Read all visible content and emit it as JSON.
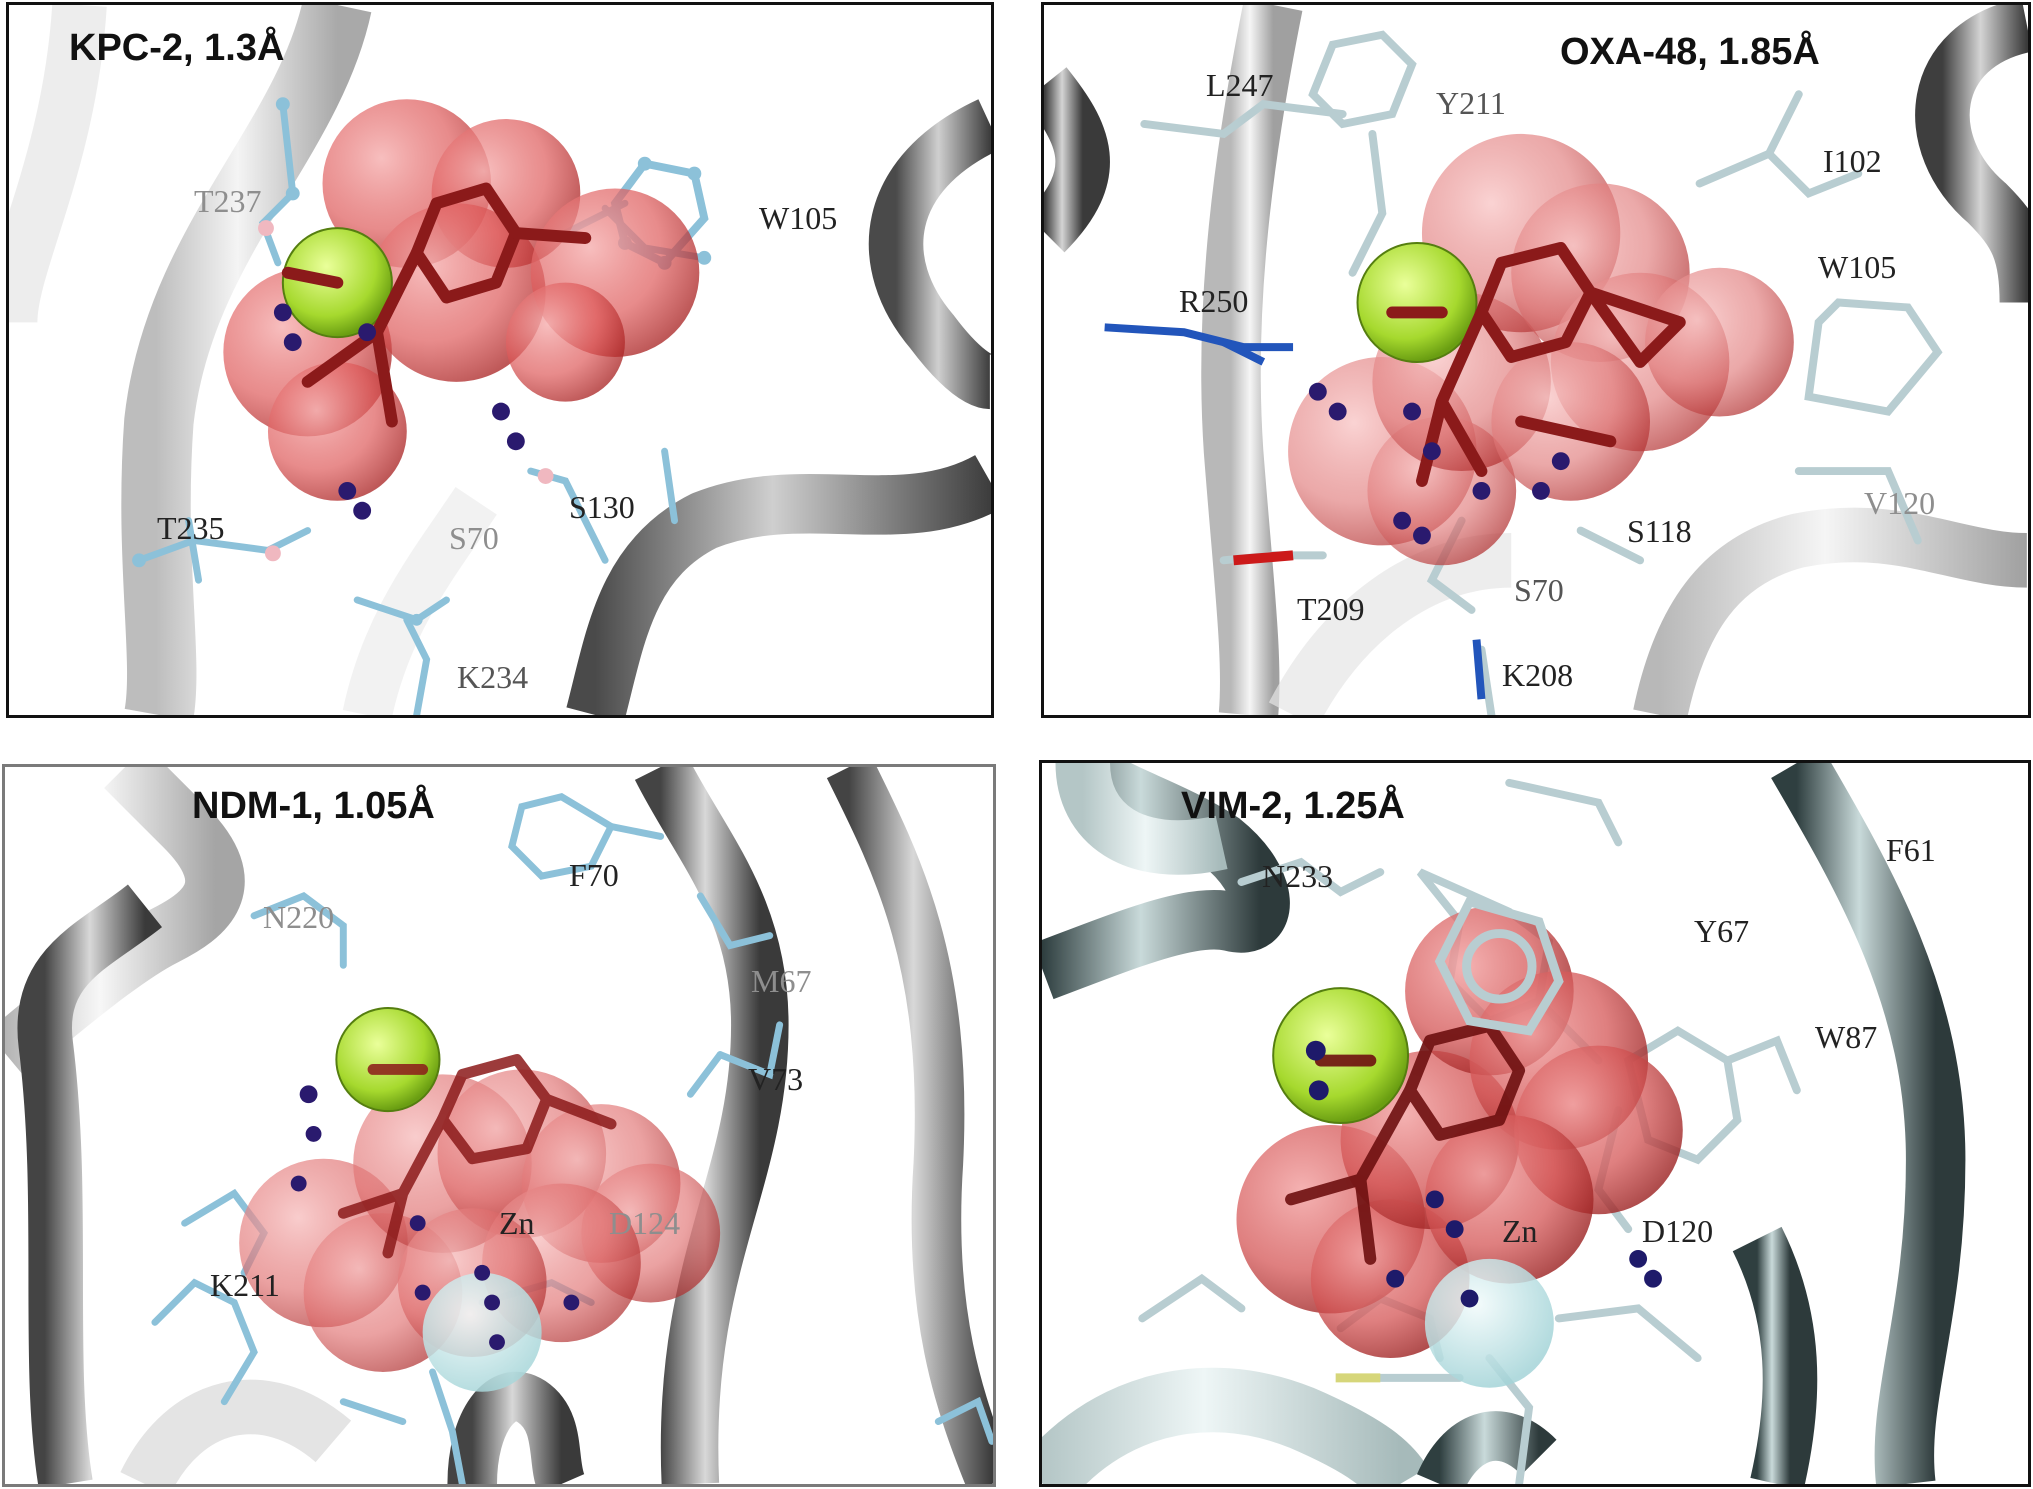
{
  "panels": {
    "kpc2": {
      "title": "KPC-2, 1.3Å",
      "residues": {
        "t237": "T237",
        "w105": "W105",
        "t235": "T235",
        "s70": "S70",
        "s130": "S130",
        "k234": "K234"
      }
    },
    "oxa48": {
      "title": "OXA-48, 1.85Å",
      "residues": {
        "l247": "L247",
        "y211": "Y211",
        "i102": "I102",
        "r250": "R250",
        "w105": "W105",
        "v120": "V120",
        "s118": "S118",
        "t209": "T209",
        "s70": "S70",
        "k208": "K208"
      }
    },
    "ndm1": {
      "title": "NDM-1, 1.05Å",
      "residues": {
        "f70": "F70",
        "n220": "N220",
        "m67": "M67",
        "v73": "V73",
        "zn": "Zn",
        "d124": "D124",
        "k211": "K211"
      }
    },
    "vim2": {
      "title": "VIM-2, 1.25Å",
      "residues": {
        "f61": "F61",
        "n233": "N233",
        "y67": "Y67",
        "w87": "W87",
        "zn": "Zn",
        "d120": "D120"
      }
    }
  },
  "colors": {
    "ligand_sphere": "#d94848",
    "chlorine": "#a6d92e",
    "ligand_stick": "#8b1a1a",
    "protein_tube": "#dcdcdc",
    "protein_tube_dark": "#5a5a5a",
    "residue_stick": "#8cc1d9",
    "water": "#2a1a6e",
    "zinc": "#bfe3e6"
  }
}
